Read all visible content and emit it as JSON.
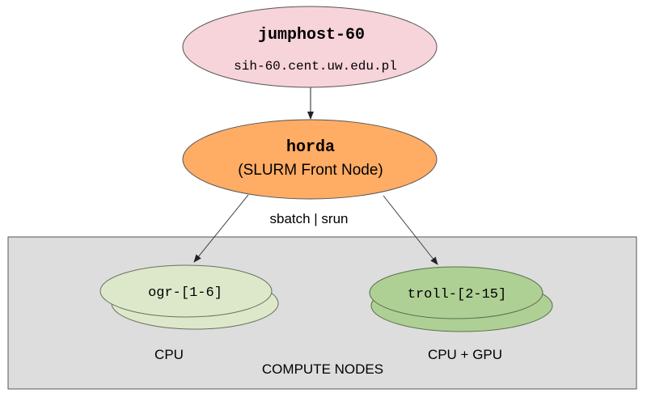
{
  "nodes": {
    "jumphost": {
      "title": "jumphost-60",
      "host": "sih-60.cent.uw.edu.pl"
    },
    "horda": {
      "title": "horda",
      "subtitle": "(SLURM Front Node)"
    },
    "ogr": {
      "label": "ogr-[1-6]",
      "caption": "CPU"
    },
    "troll": {
      "label": "troll-[2-15]",
      "caption": "CPU + GPU"
    }
  },
  "edges": {
    "submit_label": "sbatch | srun"
  },
  "cluster": {
    "label": "COMPUTE NODES"
  },
  "colors": {
    "jumphost_fill": "#f7d3da",
    "horda_fill": "#ffac64",
    "ogr_fill": "#dde8cb",
    "troll_fill": "#afd095",
    "cluster_fill": "#dddddd",
    "stroke": "#555555"
  }
}
